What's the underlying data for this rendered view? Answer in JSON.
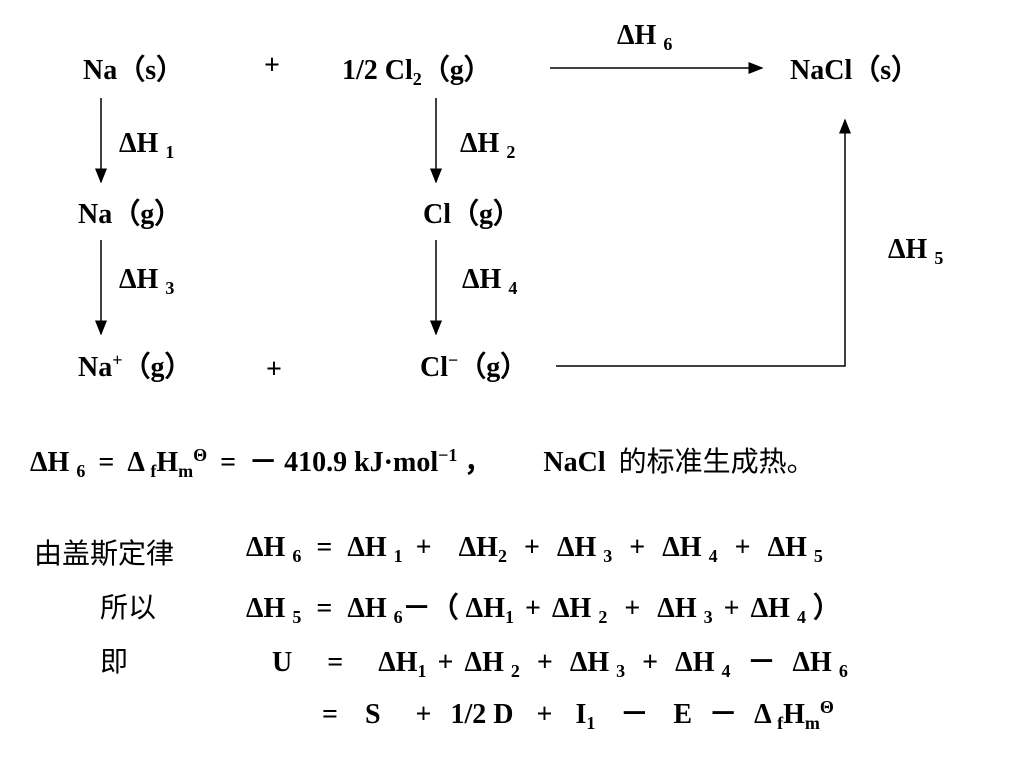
{
  "diagram": {
    "na_s": "Na（s）",
    "plus": "+",
    "half_cl2_pre": "1/2 Cl",
    "half_cl2_sub": "2",
    "half_cl2_post": "（g）",
    "nacl_s": "NaCl（s）",
    "na_g": "Na（g）",
    "cl_g": "Cl（g）",
    "na_plus_pre": "Na",
    "na_plus_sup": "+",
    "na_plus_post": "（g）",
    "cl_minus_pre": "Cl",
    "cl_minus_sup": "−",
    "cl_minus_post": "（g）",
    "plus_bottom": "+",
    "dh1": {
      "base": "ΔH",
      "sub": "1"
    },
    "dh2": {
      "base": "ΔH",
      "sub": "2"
    },
    "dh3": {
      "base": "ΔH",
      "sub": "3"
    },
    "dh4": {
      "base": "ΔH",
      "sub": "4"
    },
    "dh5": {
      "base": "ΔH",
      "sub": "5"
    },
    "dh6": {
      "base": "ΔH",
      "sub": "6"
    }
  },
  "eq1": {
    "dh": "ΔH",
    "dh_sub": "6",
    "eq_a": "=",
    "delta": "Δ",
    "f": "f",
    "H": "H",
    "m": "m",
    "theta": "Θ",
    "eq_b": "=",
    "value": "－ 410.9 kJ·mol",
    "exp": "−1",
    "comma": "，",
    "nacl": "NaCl",
    "desc": "的标准生成热。"
  },
  "hess": {
    "label": "由盖斯定律",
    "tokens": [
      "ΔH",
      "6",
      "=",
      "ΔH",
      "1",
      "+",
      "ΔH",
      "2",
      "+",
      "ΔH",
      "3",
      "+",
      "ΔH",
      "4",
      "+",
      "ΔH",
      "5"
    ]
  },
  "so": {
    "label": "所以",
    "tokens": [
      "ΔH",
      "5",
      "=",
      "ΔH",
      "6",
      "－（",
      "ΔH",
      "1",
      "+",
      "ΔH",
      "2",
      "+",
      "ΔH",
      "3",
      "+",
      "ΔH",
      "4",
      "）"
    ]
  },
  "ie": {
    "label": "即",
    "tokens": [
      "U",
      "=",
      "ΔH",
      "1",
      "+",
      "ΔH",
      "2",
      "+",
      "ΔH",
      "3",
      "+",
      "ΔH",
      "4",
      "－",
      "ΔH",
      "6"
    ]
  },
  "last": {
    "tokens": [
      "=",
      "S",
      "+",
      "1/2 D",
      "+",
      "I",
      "1",
      "－",
      "E",
      "－",
      "Δ",
      "f",
      "H",
      "m",
      "Θ"
    ]
  }
}
